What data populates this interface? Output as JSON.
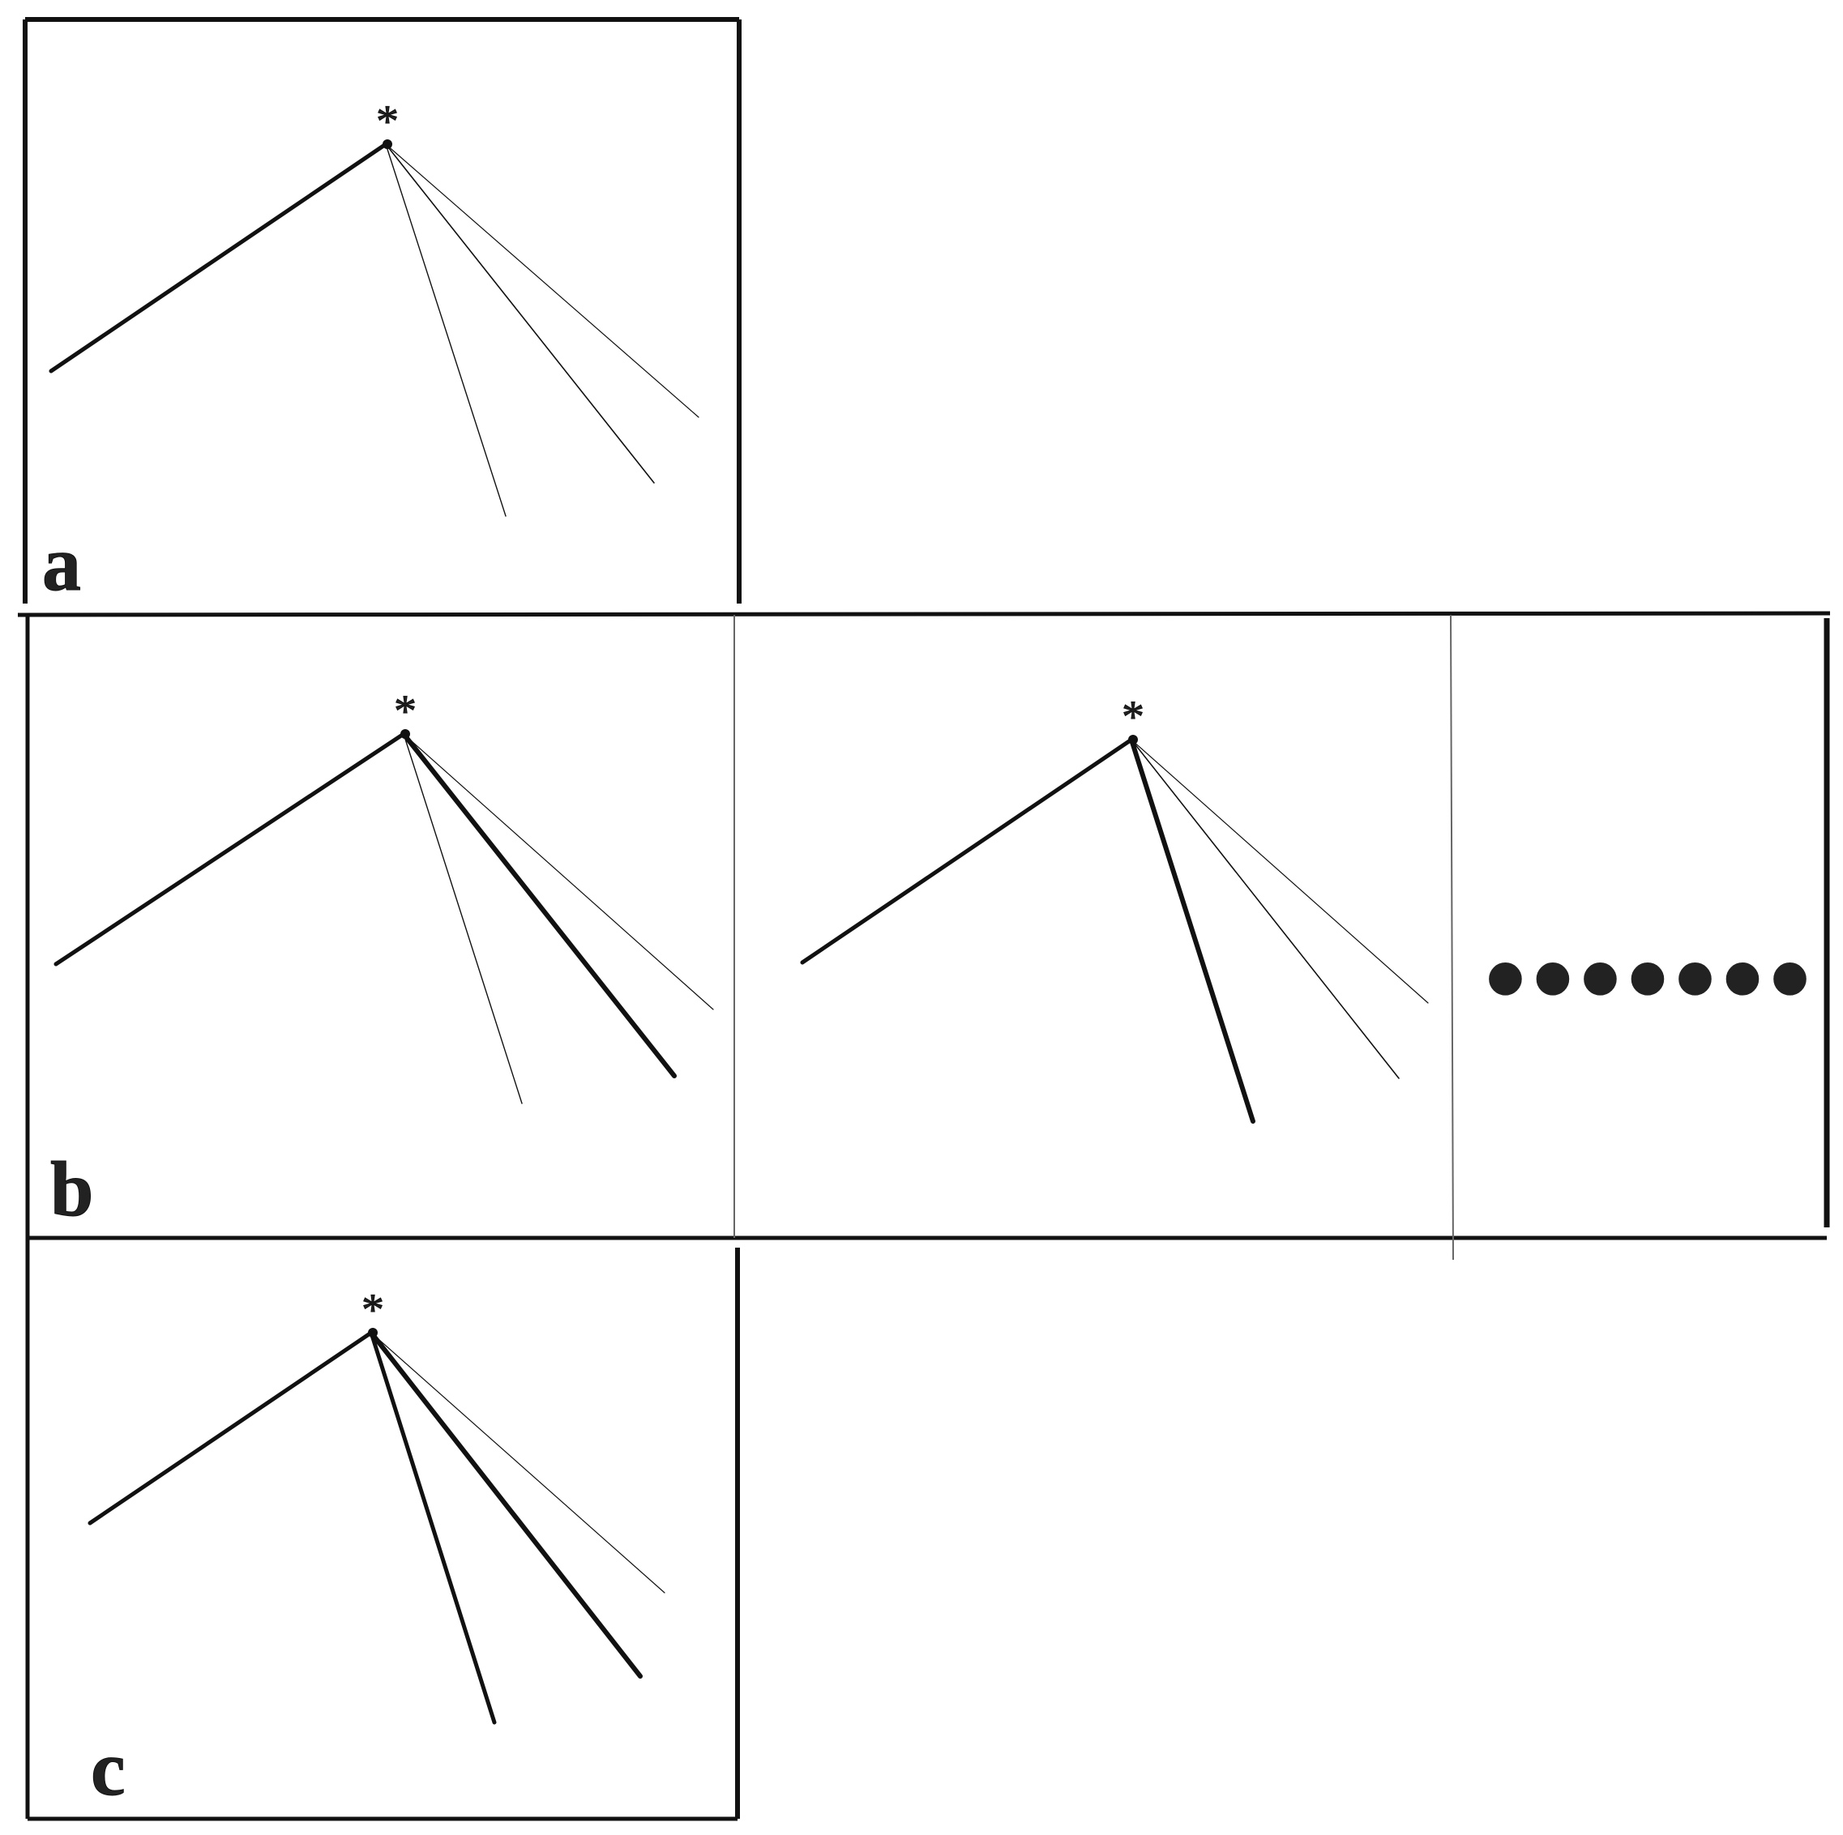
{
  "figure": {
    "panel_labels": {
      "a": "a",
      "b": "b",
      "c": "c"
    },
    "apex_marker": "*",
    "continuation": "•••••••"
  },
  "colors": {
    "ink": "#111111",
    "background": "#ffffff"
  },
  "diagram": {
    "description_nodes": [
      "apex",
      "left-branch",
      "right-branches"
    ]
  }
}
